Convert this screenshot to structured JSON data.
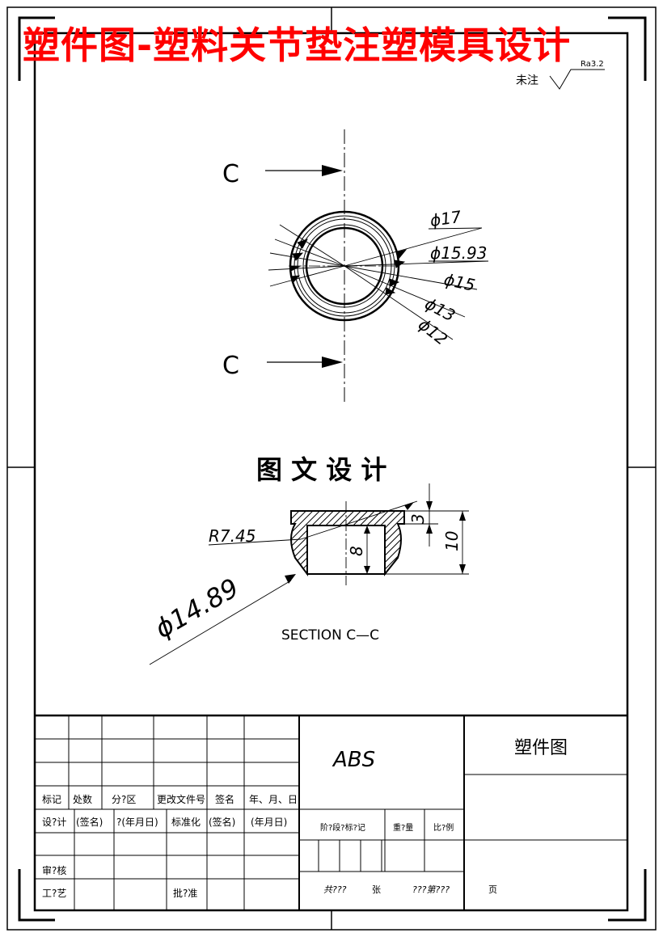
{
  "banner_title": "塑件图-塑料关节垫注塑模具设计",
  "roughness": {
    "label": "未注",
    "value": "Ra3.2"
  },
  "section_marks": {
    "top": "C",
    "bottom": "C"
  },
  "top_view_dims": [
    "ϕ17",
    "ϕ15.93",
    "ϕ15",
    "ϕ13",
    "ϕ12"
  ],
  "heading": "图 文 设 计",
  "section_dims": {
    "radius": "R7.45",
    "diameter": "ϕ14.89",
    "inner": "8",
    "flange": "3",
    "height": "10"
  },
  "section_caption": "SECTION C—C",
  "title_block": {
    "material": "ABS",
    "drawing_name": "塑件图",
    "row_headers": [
      "标记",
      "处数",
      "分?区",
      "更改文件号",
      "签名",
      "年、月、日"
    ],
    "design_row": [
      "设?计",
      "(签名)",
      "?(年月日)",
      "标准化",
      "(签名)",
      "(年月日)"
    ],
    "review": "审?核",
    "process": "工?艺",
    "approve": "批?准",
    "stage_labels": [
      "阶?段?标?记",
      "重?量",
      "比?例"
    ],
    "sheet_labels": [
      "共???",
      "张",
      "???第???",
      "页"
    ]
  }
}
